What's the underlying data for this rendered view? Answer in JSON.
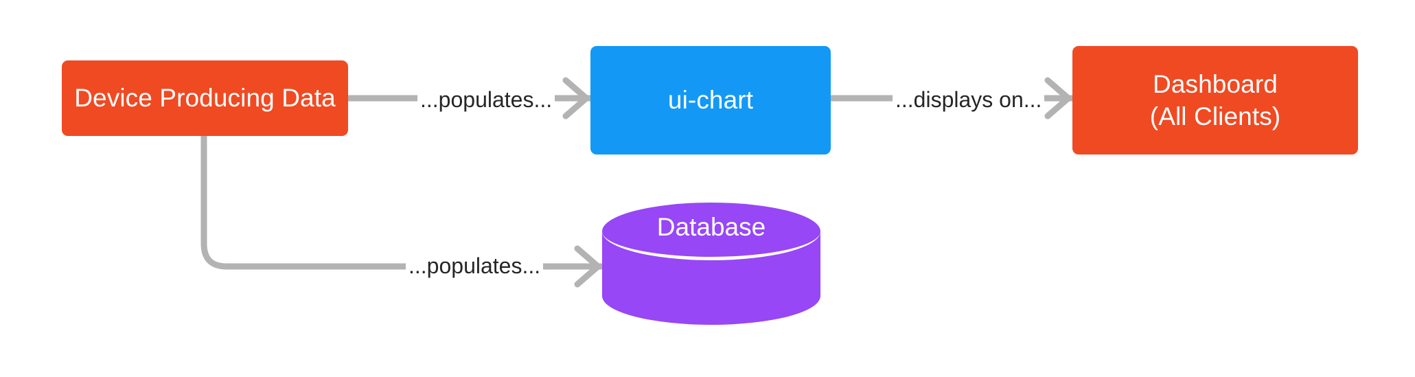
{
  "diagram": {
    "type": "flowchart",
    "background": "#ffffff",
    "nodes": [
      {
        "id": "device",
        "label": "Device Producing Data",
        "shape": "rounded-rectangle",
        "color": "#F04A23",
        "text_color": "#ffffff"
      },
      {
        "id": "ui-chart",
        "label": "ui-chart",
        "shape": "rounded-rectangle",
        "color": "#1399F5",
        "text_color": "#ffffff"
      },
      {
        "id": "dashboard",
        "label": "Dashboard\n(All Clients)",
        "shape": "rounded-rectangle",
        "color": "#F04A23",
        "text_color": "#ffffff"
      },
      {
        "id": "database",
        "label": "Database",
        "shape": "cylinder",
        "color": "#9747F5",
        "text_color": "#ffffff"
      }
    ],
    "edges": [
      {
        "id": "device-to-uichart",
        "from": "device",
        "to": "ui-chart",
        "label": "...populates...",
        "color": "#B3B3B3",
        "arrowhead": "open"
      },
      {
        "id": "uichart-to-dashboard",
        "from": "ui-chart",
        "to": "dashboard",
        "label": "...displays on...",
        "color": "#B3B3B3",
        "arrowhead": "open"
      },
      {
        "id": "device-to-database",
        "from": "device",
        "to": "database",
        "label": "...populates...",
        "color": "#B3B3B3",
        "arrowhead": "open"
      }
    ]
  }
}
